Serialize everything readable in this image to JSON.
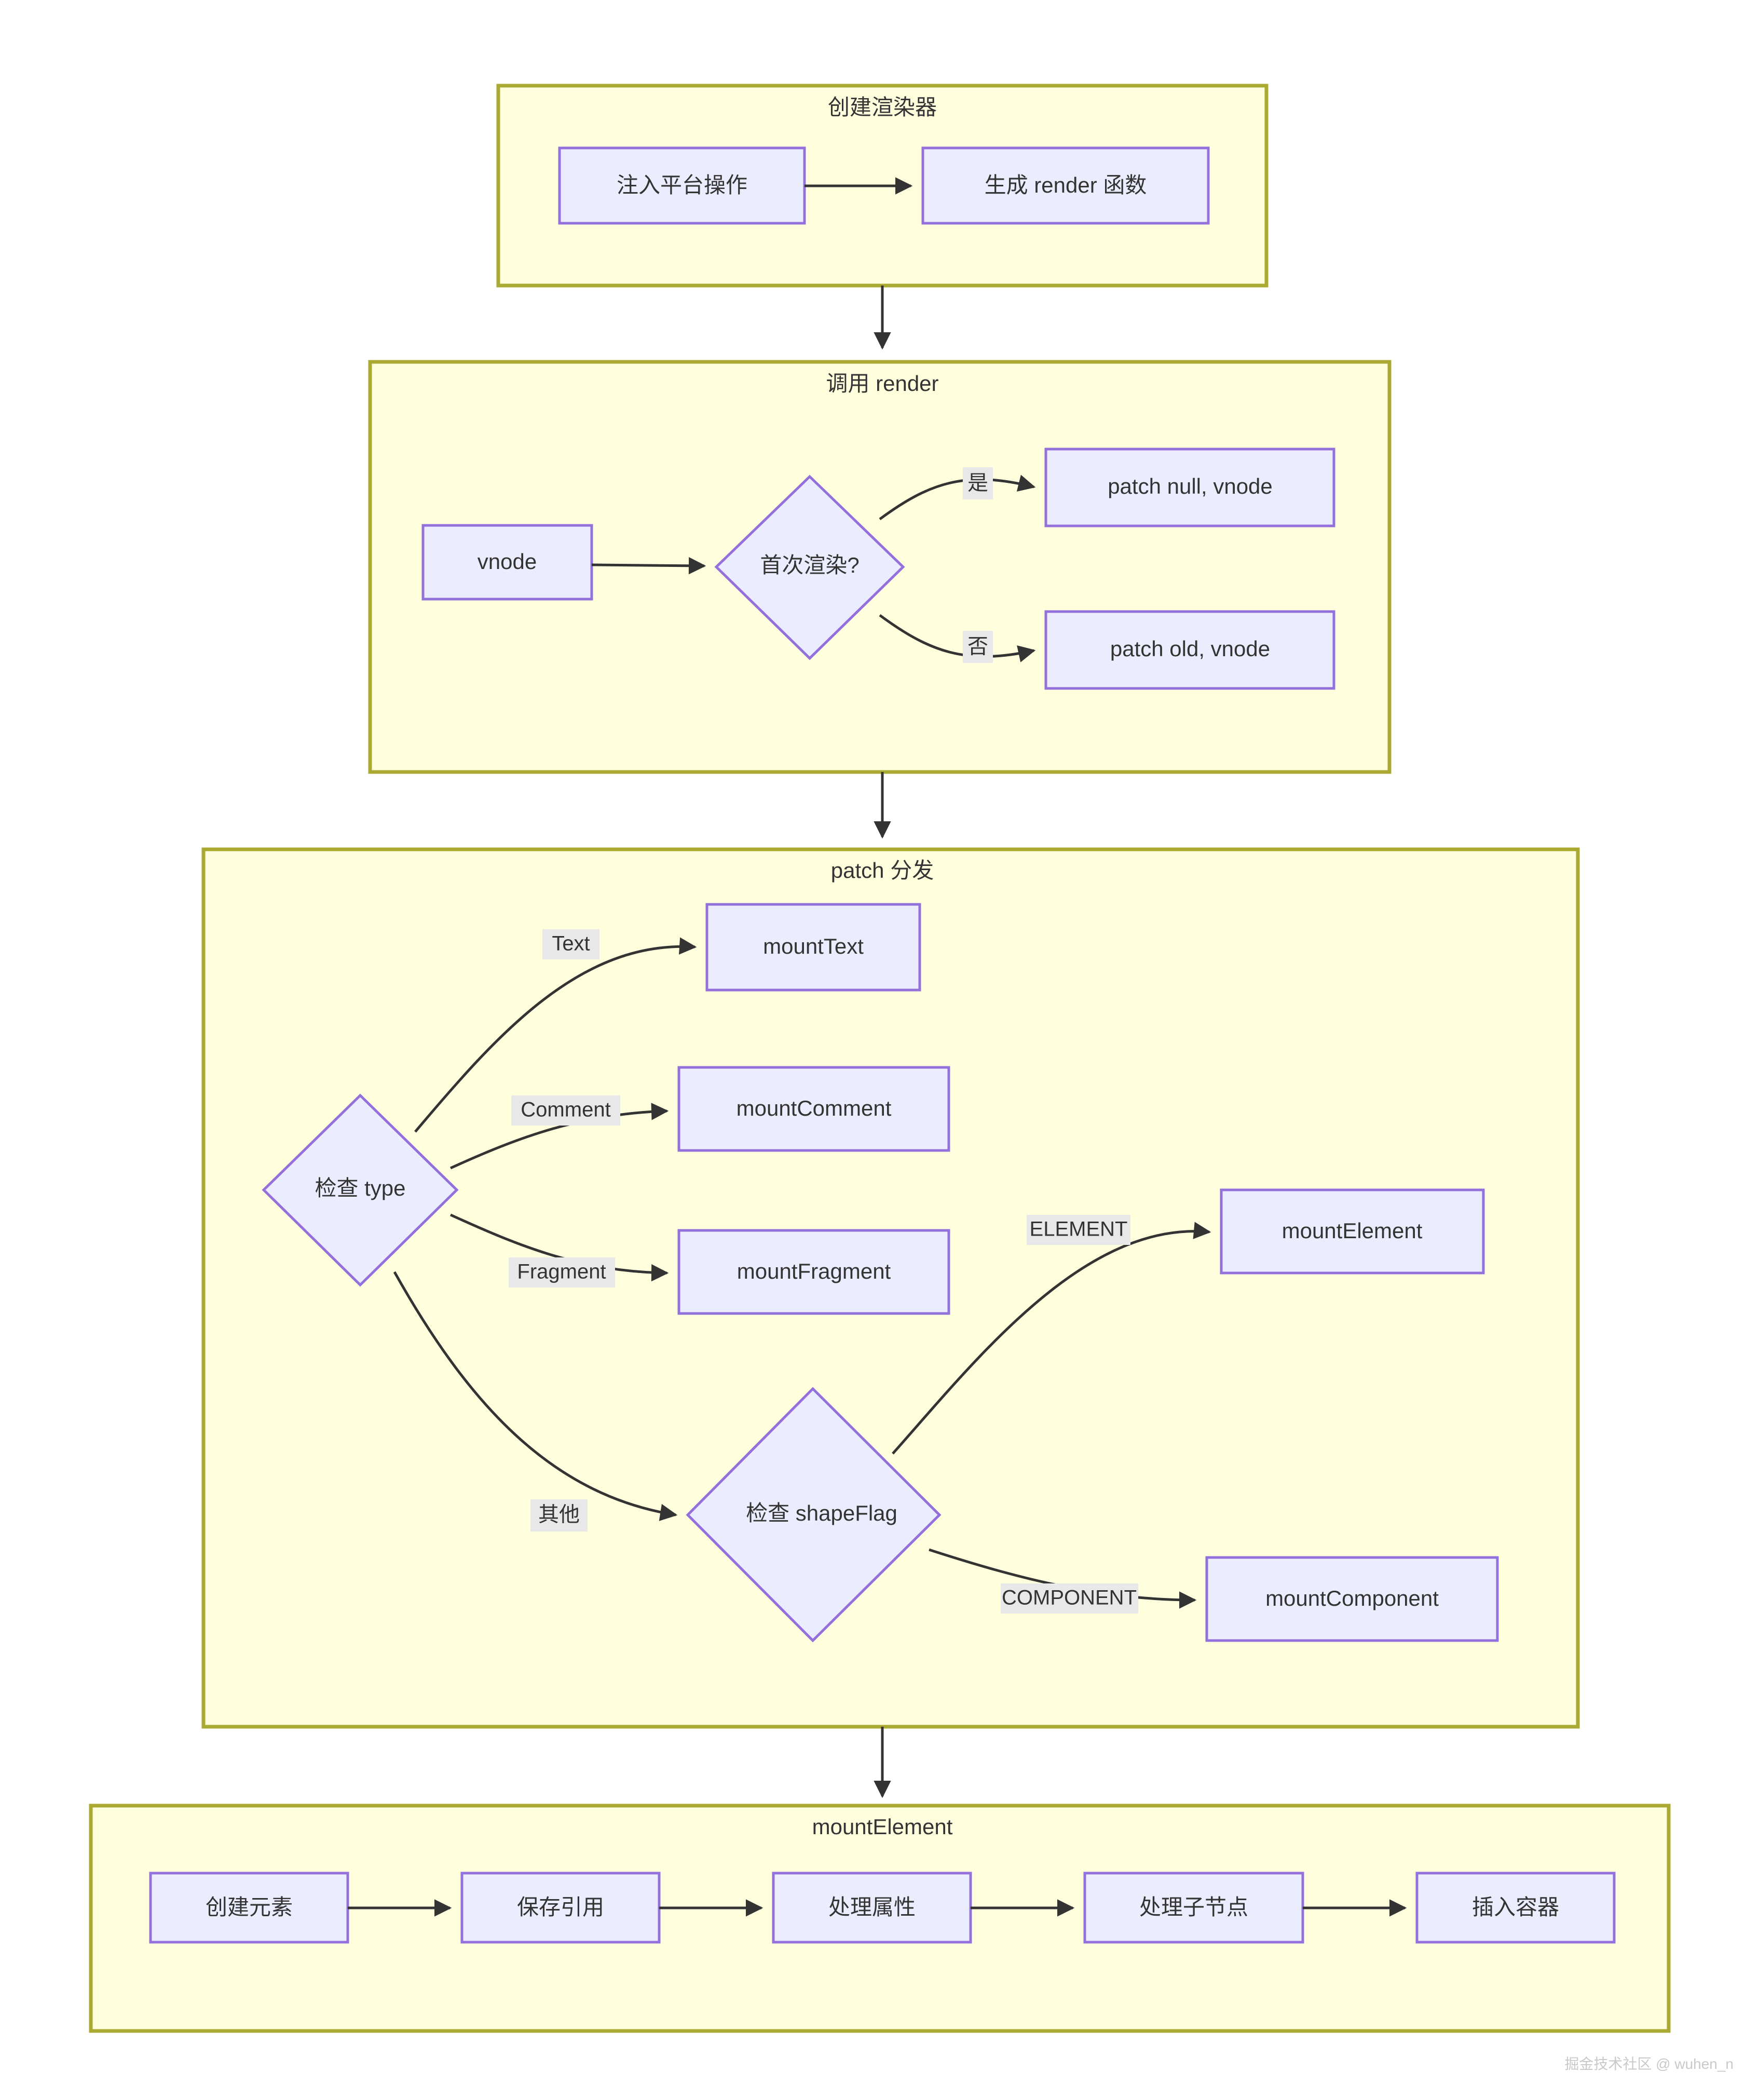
{
  "diagram": {
    "type": "flowchart",
    "direction": "top-to-bottom",
    "background_color": "#ffffff",
    "cluster_fill": "#ffffde",
    "cluster_stroke": "#aaaa33",
    "node_fill": "#ececff",
    "node_stroke": "#9370db",
    "edge_color": "#333333",
    "edge_label_bg": "#e8e8e8",
    "text_color": "#333333"
  },
  "clusters": [
    {
      "id": "c1",
      "title": "创建渲染器"
    },
    {
      "id": "c2",
      "title": "调用 render"
    },
    {
      "id": "c3",
      "title": "patch 分发"
    },
    {
      "id": "c4",
      "title": "mountElement"
    }
  ],
  "nodes": {
    "inject_platform": {
      "label": "注入平台操作",
      "shape": "rect"
    },
    "gen_render": {
      "label": "生成 render 函数",
      "shape": "rect"
    },
    "vnode": {
      "label": "vnode",
      "shape": "rect"
    },
    "first_render": {
      "label": "首次渲染?",
      "shape": "diamond"
    },
    "patch_null": {
      "label": "patch null, vnode",
      "shape": "rect"
    },
    "patch_old": {
      "label": "patch old, vnode",
      "shape": "rect"
    },
    "check_type": {
      "label": "检查 type",
      "shape": "diamond"
    },
    "mount_text": {
      "label": "mountText",
      "shape": "rect"
    },
    "mount_comment": {
      "label": "mountComment",
      "shape": "rect"
    },
    "mount_fragment": {
      "label": "mountFragment",
      "shape": "rect"
    },
    "check_shapeflag": {
      "label": "检查 shapeFlag",
      "shape": "diamond"
    },
    "mount_element": {
      "label": "mountElement",
      "shape": "rect"
    },
    "mount_component": {
      "label": "mountComponent",
      "shape": "rect"
    },
    "create_element": {
      "label": "创建元素",
      "shape": "rect"
    },
    "save_ref": {
      "label": "保存引用",
      "shape": "rect"
    },
    "handle_props": {
      "label": "处理属性",
      "shape": "rect"
    },
    "handle_children": {
      "label": "处理子节点",
      "shape": "rect"
    },
    "insert_container": {
      "label": "插入容器",
      "shape": "rect"
    }
  },
  "edge_labels": {
    "yes": "是",
    "no": "否",
    "text": "Text",
    "comment": "Comment",
    "fragment": "Fragment",
    "other": "其他",
    "element": "ELEMENT",
    "component": "COMPONENT"
  },
  "watermark": {
    "text": "掘金技术社区 @ wuhen_n"
  }
}
